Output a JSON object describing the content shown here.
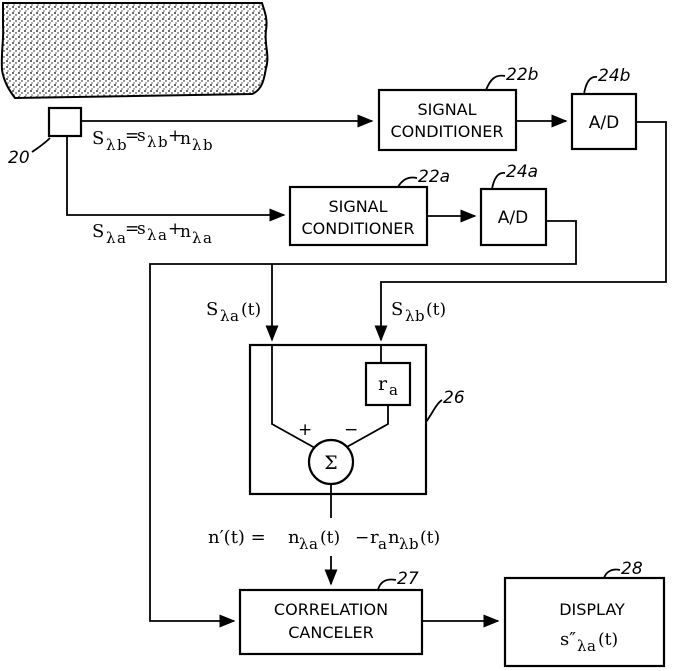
{
  "refs": {
    "sensor": "20",
    "conditioner_b": "22b",
    "ad_b": "24b",
    "conditioner_a": "22a",
    "ad_a": "24a",
    "processor": "26",
    "canceler": "27",
    "display": "28"
  },
  "blocks": {
    "signal_conditioner_line1": "SIGNAL",
    "signal_conditioner_line2": "CONDITIONER",
    "ad": "A/D",
    "gain": "r",
    "gain_sub": "a",
    "summer": "Σ",
    "plus": "+",
    "minus": "−",
    "canceler_line1": "CORRELATION",
    "canceler_line2": "CANCELER",
    "display_line1": "DISPLAY"
  },
  "signals": {
    "S": "S",
    "s": "s",
    "n": "n",
    "lambda": "λ",
    "a": "a",
    "b": "b",
    "eq": "=",
    "plus": "+",
    "t_arg": "(t)",
    "noise_out": "n′(t) =",
    "minus": "−",
    "r": "r",
    "display_sig": "s″",
    "display_arg": "(t)"
  }
}
